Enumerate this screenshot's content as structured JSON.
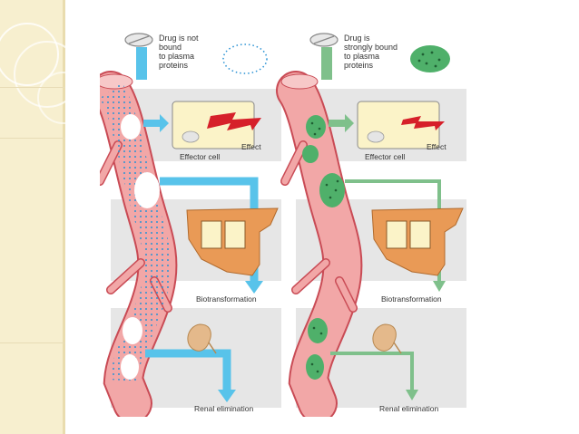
{
  "left": {
    "caption": "Drug is not bound to plasma proteins",
    "caption_lines": [
      "Drug is not",
      "bound",
      "to plasma",
      "proteins"
    ],
    "effector_label": "Effector cell",
    "effect_label": "Effect",
    "biotransformation_label": "Biotransformation",
    "renal_label": "Renal elimination"
  },
  "right": {
    "caption": "Drug is strongly bound to plasma proteins",
    "caption_lines": [
      "Drug is",
      "strongly bound",
      "to plasma",
      "proteins"
    ],
    "effector_label": "Effector cell",
    "effect_label": "Effect",
    "biotransformation_label": "Biotransformation",
    "renal_label": "Renal elimination"
  },
  "colors": {
    "sidebar": "#f7efcf",
    "band": "#e6e6e6",
    "vessel": "#f2a7a7",
    "vessel_dark": "#c94b55",
    "left_arrow": "#58c3ea",
    "right_arrow": "#7fc08b",
    "protein_fill": "#4fb06a",
    "effect_red": "#d6202a",
    "effector_fill": "#fbf3c8",
    "liver": "#e99a56",
    "kidney": "#e4b98b"
  }
}
